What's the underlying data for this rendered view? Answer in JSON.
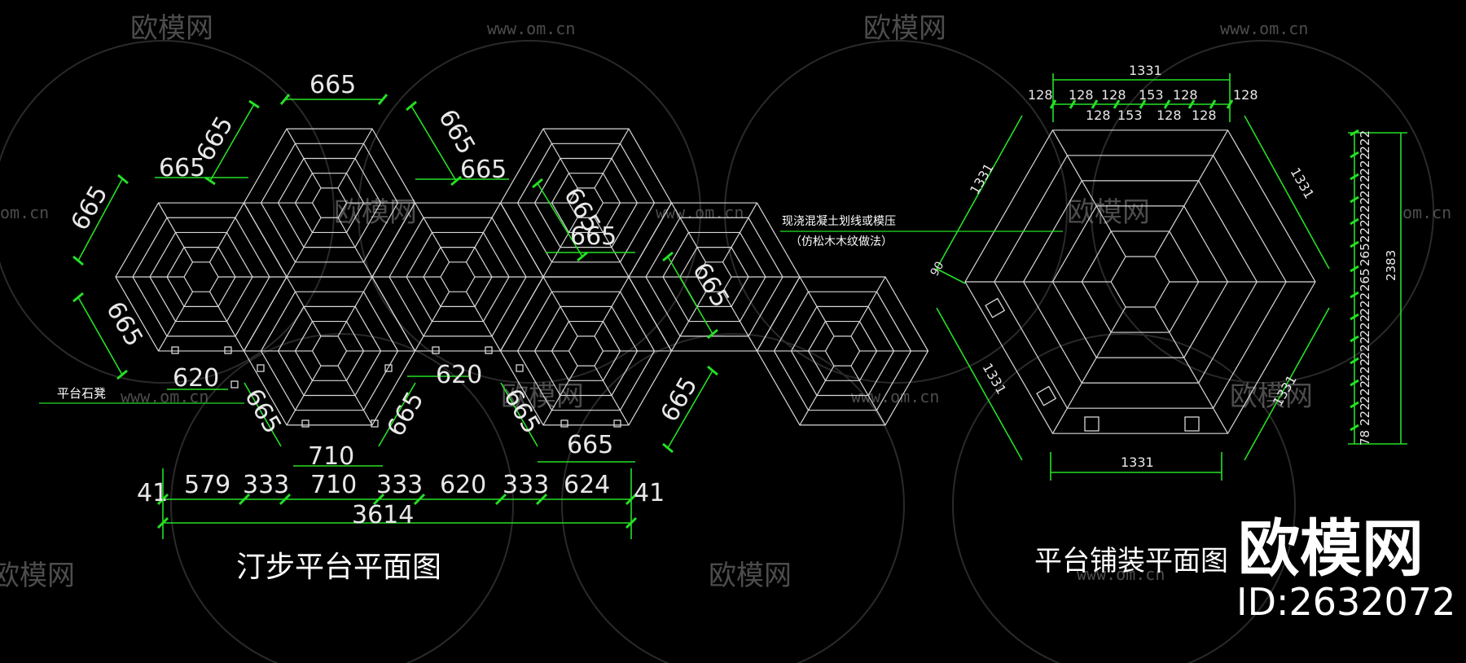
{
  "watermark": {
    "brand": "欧模网",
    "url": "www.om.cn",
    "url_partial": "om.cn",
    "brand_partial": "欧模网"
  },
  "left_plan": {
    "title": "汀步平台平面图",
    "label_platform_stool": "平台石凳",
    "dims": {
      "d665": "665",
      "d620": "620",
      "d710": "710",
      "d579": "579",
      "d333": "333",
      "d624": "624",
      "d41": "41",
      "total": "3614"
    }
  },
  "right_plan": {
    "title": "平台铺装平面图",
    "note_line1": "现浇混凝土划线或模压",
    "note_line2": "（仿松木木纹做法）",
    "dims": {
      "d1331": "1331",
      "d128": "128",
      "d153": "153",
      "d90": "90",
      "d222": "222",
      "d265": "265",
      "d78": "78",
      "d2383": "2383"
    }
  },
  "badge": {
    "brand": "欧模网",
    "id": "ID:2632072"
  }
}
